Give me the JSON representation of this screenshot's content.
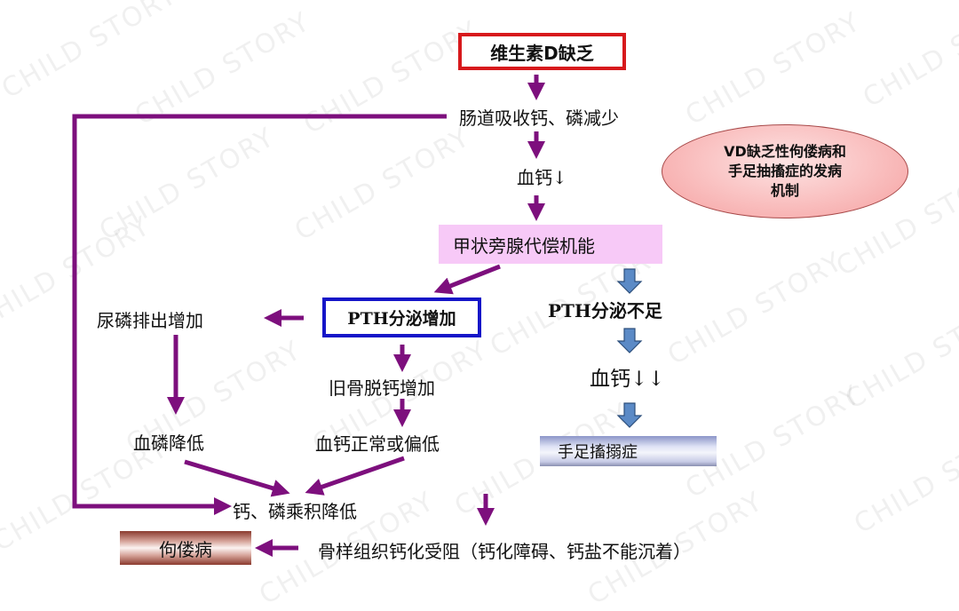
{
  "diagram": {
    "title_box": "维生素D缺乏",
    "caption": [
      "VD缺乏性佝偻病和",
      "手足抽搐症的发病",
      "机制"
    ],
    "nodes": {
      "intestinal_absorption": "肠道吸收钙、磷减少",
      "blood_calcium_down": "血钙↓",
      "parathyroid_compensation": "甲状旁腺代偿机能",
      "pth_increase": "PTH分泌增加",
      "urinary_phosphate": "尿磷排出增加",
      "bone_decalcification": "旧骨脱钙增加",
      "blood_phosphate_low": "血磷降低",
      "blood_calcium_normal_low": "血钙正常或偏低",
      "ca_p_product_low": "钙、磷乘积降低",
      "osteoid_calcification_blocked": "骨样组织钙化受阻（钙化障碍、钙盐不能沉着）",
      "rickets": "佝偻病",
      "pth_insufficient": "PTH分泌不足",
      "blood_calcium_down2": "血钙↓↓",
      "tetany": "手足搐搦症"
    },
    "watermark": "CHILD STORY"
  },
  "colors": {
    "arrow_purple": "#7d0f7d",
    "arrow_blue": "#5b8ac6",
    "title_border": "#d7191c",
    "pth_border": "#1515c8",
    "pink_box": "#f7c9f7",
    "ellipse_fill": "#f8b4b4"
  }
}
